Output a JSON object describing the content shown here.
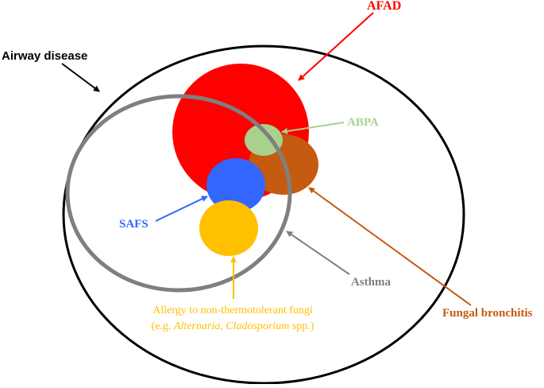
{
  "colors": {
    "airway": "#000000",
    "asthma": "#7f7f7f",
    "afad": "#ff0000",
    "abpa": "#a9d18e",
    "fungal_bronchitis": "#c55a11",
    "safs": "#3366ff",
    "allergy": "#ffc000"
  },
  "labels": {
    "airway_disease": "Airway disease",
    "afad": "AFAD",
    "abpa": "ABPA",
    "safs": "SAFS",
    "asthma": "Asthma",
    "fungal_bronchitis": "Fungal bronchitis",
    "allergy_line1": "Allergy to non-thermotolerant fungi",
    "allergy_prefix": "(e.g. ",
    "allergy_italic": "Alternaria, Cladosporium",
    "allergy_suffix": " spp.)"
  }
}
